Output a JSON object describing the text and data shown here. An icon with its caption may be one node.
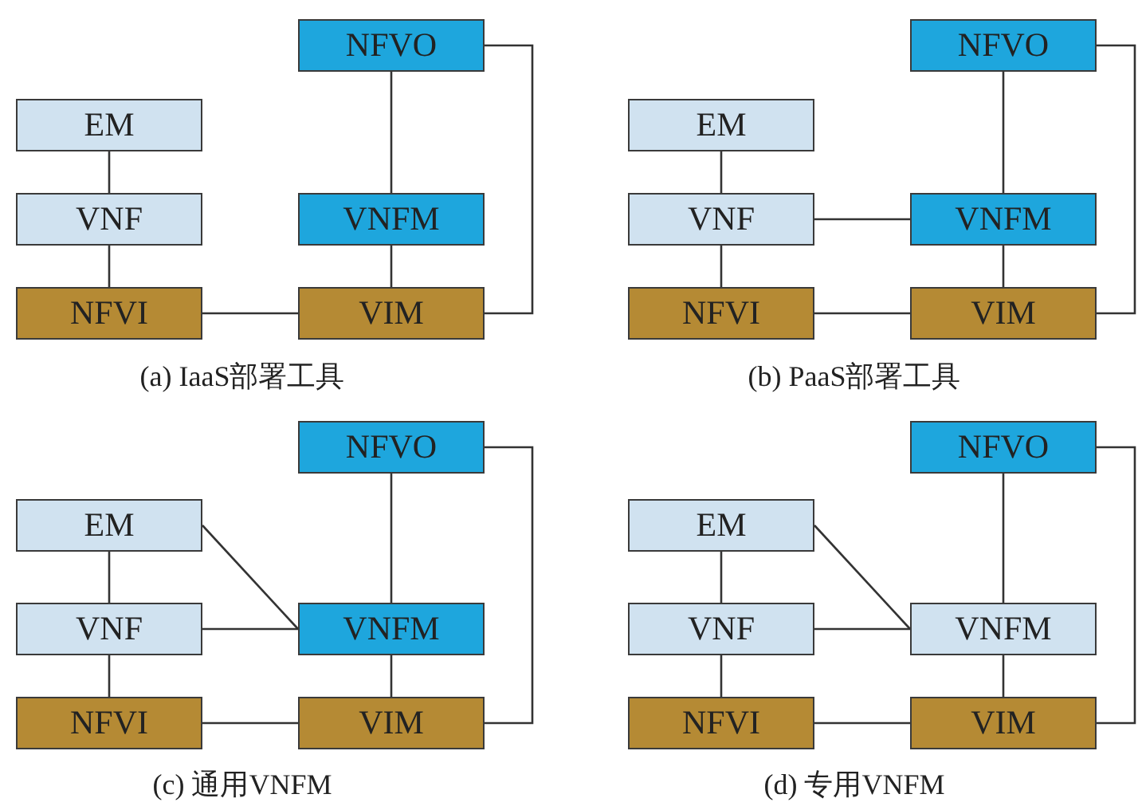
{
  "diagram": {
    "nodes": [
      {
        "text": [
          "NFVO"
        ]
      },
      {
        "text": [
          "EM"
        ]
      },
      {
        "text": [
          "VNF"
        ]
      },
      {
        "text": [
          "VNFM"
        ]
      },
      {
        "text": [
          "NFVI"
        ]
      },
      {
        "text": [
          "VIM"
        ]
      },
      {
        "text": [
          "NFVO"
        ]
      },
      {
        "text": [
          "EM"
        ]
      },
      {
        "text": [
          "VNF"
        ]
      },
      {
        "text": [
          "VNFM"
        ]
      },
      {
        "text": [
          "NFVI"
        ]
      },
      {
        "text": [
          "VIM"
        ]
      },
      {
        "text": [
          "NFVO"
        ]
      },
      {
        "text": [
          "EM"
        ]
      },
      {
        "text": [
          "VNF"
        ]
      },
      {
        "text": [
          "VNFM"
        ]
      },
      {
        "text": [
          "NFVI"
        ]
      },
      {
        "text": [
          "VIM"
        ]
      },
      {
        "text": [
          "NFVO"
        ]
      },
      {
        "text": [
          "EM"
        ]
      },
      {
        "text": [
          "VNF"
        ]
      },
      {
        "text": [
          "VNFM"
        ]
      },
      {
        "text": [
          "NFVI"
        ]
      },
      {
        "text": [
          "VIM"
        ]
      }
    ],
    "edges": [
      {
        "from": 1,
        "to": 2,
        "arrow": "none"
      },
      {
        "from": 2,
        "to": 4,
        "arrow": "none"
      },
      {
        "from": 4,
        "to": 5,
        "arrow": "none"
      },
      {
        "from": 0,
        "to": 3,
        "arrow": "none"
      },
      {
        "from": 3,
        "to": 5,
        "arrow": "none"
      },
      {
        "from": 0,
        "to": 5,
        "arrow": "none"
      },
      {
        "from": 7,
        "to": 8,
        "arrow": "none"
      },
      {
        "from": 8,
        "to": 10,
        "arrow": "none"
      },
      {
        "from": 8,
        "to": 9,
        "arrow": "none"
      },
      {
        "from": 10,
        "to": 11,
        "arrow": "none"
      },
      {
        "from": 6,
        "to": 9,
        "arrow": "none"
      },
      {
        "from": 9,
        "to": 11,
        "arrow": "none"
      },
      {
        "from": 6,
        "to": 11,
        "arrow": "none"
      },
      {
        "from": 13,
        "to": 14,
        "arrow": "none"
      },
      {
        "from": 13,
        "to": 15,
        "arrow": "none"
      },
      {
        "from": 14,
        "to": 16,
        "arrow": "none"
      },
      {
        "from": 14,
        "to": 15,
        "arrow": "none"
      },
      {
        "from": 16,
        "to": 17,
        "arrow": "none"
      },
      {
        "from": 12,
        "to": 15,
        "arrow": "none"
      },
      {
        "from": 15,
        "to": 17,
        "arrow": "none"
      },
      {
        "from": 12,
        "to": 17,
        "arrow": "none"
      },
      {
        "from": 19,
        "to": 20,
        "arrow": "none"
      },
      {
        "from": 19,
        "to": 21,
        "arrow": "none"
      },
      {
        "from": 20,
        "to": 22,
        "arrow": "none"
      },
      {
        "from": 20,
        "to": 21,
        "arrow": "none"
      },
      {
        "from": 22,
        "to": 23,
        "arrow": "none"
      },
      {
        "from": 18,
        "to": 21,
        "arrow": "none"
      },
      {
        "from": 21,
        "to": 23,
        "arrow": "none"
      },
      {
        "from": 18,
        "to": 23,
        "arrow": "none"
      }
    ],
    "labels": [
      "(a) IaaS部署工具",
      "(b) PaaS部署工具",
      "(c) 通用VNFM",
      "(d) 专用VNFM"
    ]
  }
}
